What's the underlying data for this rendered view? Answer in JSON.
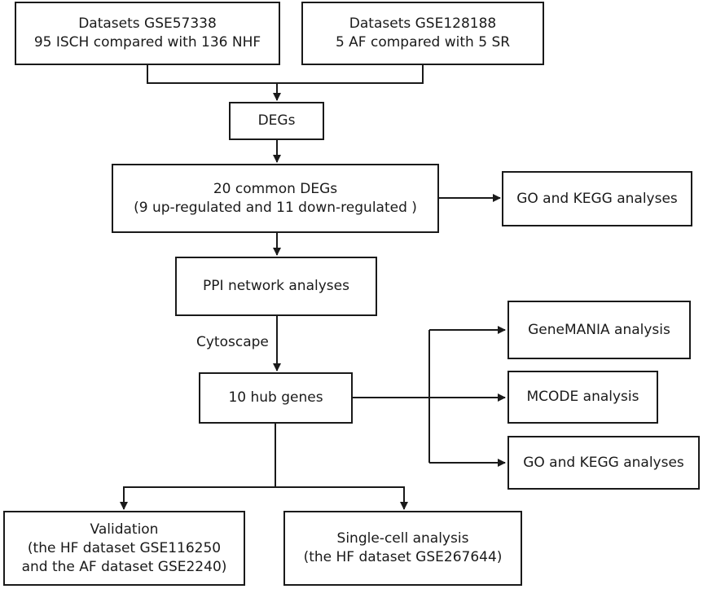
{
  "nodes": {
    "gse57338": {
      "line1": "Datasets GSE57338",
      "line2": "95 ISCH compared with 136 NHF"
    },
    "gse128188": {
      "line1": "Datasets GSE128188",
      "line2": "5 AF compared with 5 SR"
    },
    "degs": {
      "line1": "DEGs"
    },
    "common_degs": {
      "line1": "20 common  DEGs",
      "line2": "(9 up-regulated and 11 down-regulated )"
    },
    "go_kegg_1": {
      "line1": "GO and KEGG analyses"
    },
    "ppi": {
      "line1": "PPI network analyses"
    },
    "hub_genes": {
      "line1": "10 hub genes"
    },
    "genemania": {
      "line1": "GeneMANIA analysis"
    },
    "mcode": {
      "line1": "MCODE analysis"
    },
    "go_kegg_2": {
      "line1": "GO and KEGG analyses"
    },
    "validation": {
      "line1": "Validation",
      "line2": " (the HF dataset GSE116250",
      "line3": "and the AF dataset GSE2240)"
    },
    "single_cell": {
      "line1": "Single-cell analysis",
      "line2": "(the HF dataset GSE267644)"
    }
  },
  "edge_labels": {
    "cytoscape": "Cytoscape"
  },
  "colors": {
    "stroke": "#1a1a1a",
    "background": "#ffffff"
  }
}
